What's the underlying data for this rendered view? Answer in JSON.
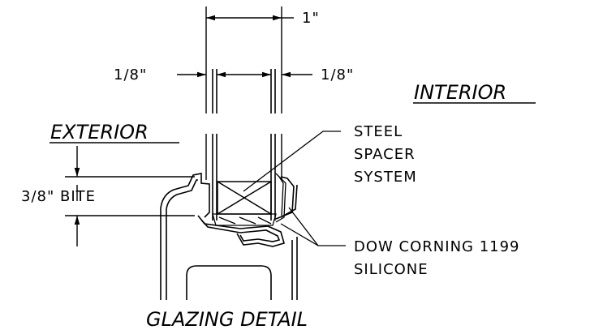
{
  "drawing": {
    "title": "GLAZING DETAIL",
    "interior_label": "INTERIOR",
    "exterior_label": "EXTERIOR",
    "dimensions": {
      "overall": "1\"",
      "left_lite": "1/8\"",
      "right_lite": "1/8\"",
      "bite": "3/8\"  BITE"
    },
    "callouts": {
      "spacer_line1": "STEEL",
      "spacer_line2": "SPACER",
      "spacer_line3": "SYSTEM",
      "sealant_line1": "DOW CORNING 1199",
      "sealant_line2": "SILICONE"
    }
  }
}
